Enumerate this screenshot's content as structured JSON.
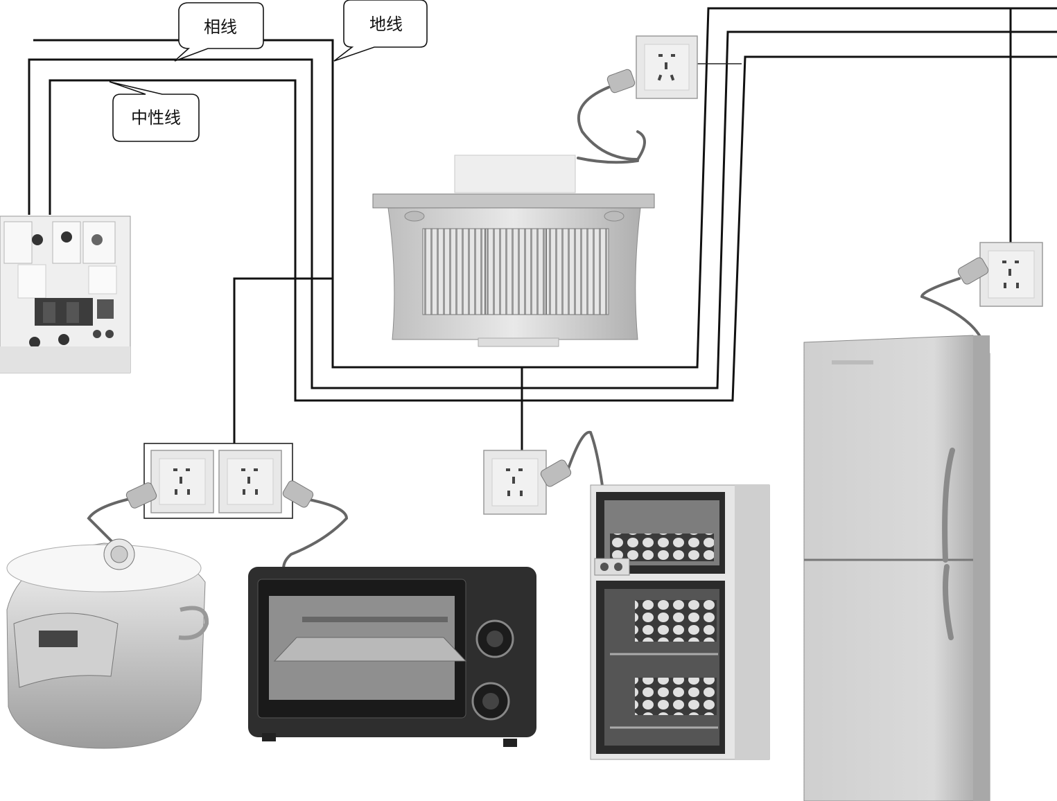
{
  "labels": {
    "phase_wire": "相线",
    "ground_wire": "地线",
    "neutral_wire": "中性线"
  },
  "components": {
    "breaker": "circuit-breaker",
    "range_hood": "range-hood",
    "rice_cooker": "rice-cooker",
    "oven": "toaster-oven",
    "disinfection_cabinet": "disinfection-cabinet",
    "refrigerator": "refrigerator"
  },
  "colors": {
    "wire": "#111111",
    "appliance_fill": "#d9d9d9",
    "outlet_fill": "#e8e8e8"
  }
}
